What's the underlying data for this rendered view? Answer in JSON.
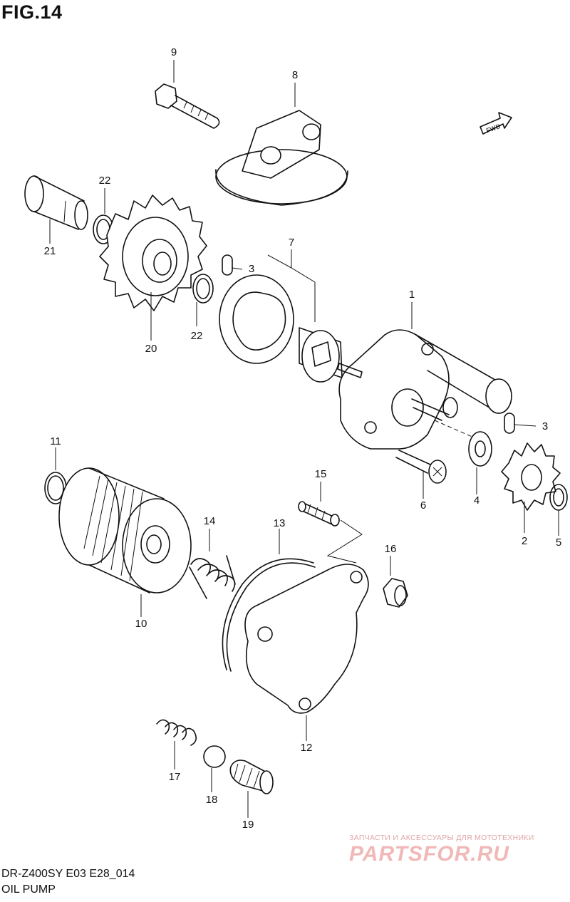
{
  "header": {
    "title": "FIG.14"
  },
  "footer": {
    "model_code": "DR-Z400SY E03 E28_014",
    "section": "OIL PUMP"
  },
  "orientation_marker": {
    "label": "FWD",
    "icon": "fwd-arrow-icon"
  },
  "callouts": {
    "c1": "1",
    "c2": "2",
    "c3a": "3",
    "c3b": "3",
    "c4": "4",
    "c5": "5",
    "c6": "6",
    "c7": "7",
    "c8": "8",
    "c9": "9",
    "c10": "10",
    "c11": "11",
    "c12": "12",
    "c13": "13",
    "c14": "14",
    "c15": "15",
    "c16": "16",
    "c17": "17",
    "c18": "18",
    "c19": "19",
    "c20": "20",
    "c21": "21",
    "c22a": "22",
    "c22b": "22"
  },
  "watermark": {
    "tagline": "ЗАПЧАСТИ И АКСЕССУАРЫ ДЛЯ МОТОТЕХНИКИ",
    "logo": "PARTSFOR.RU",
    "color": "#f1b8b8"
  }
}
